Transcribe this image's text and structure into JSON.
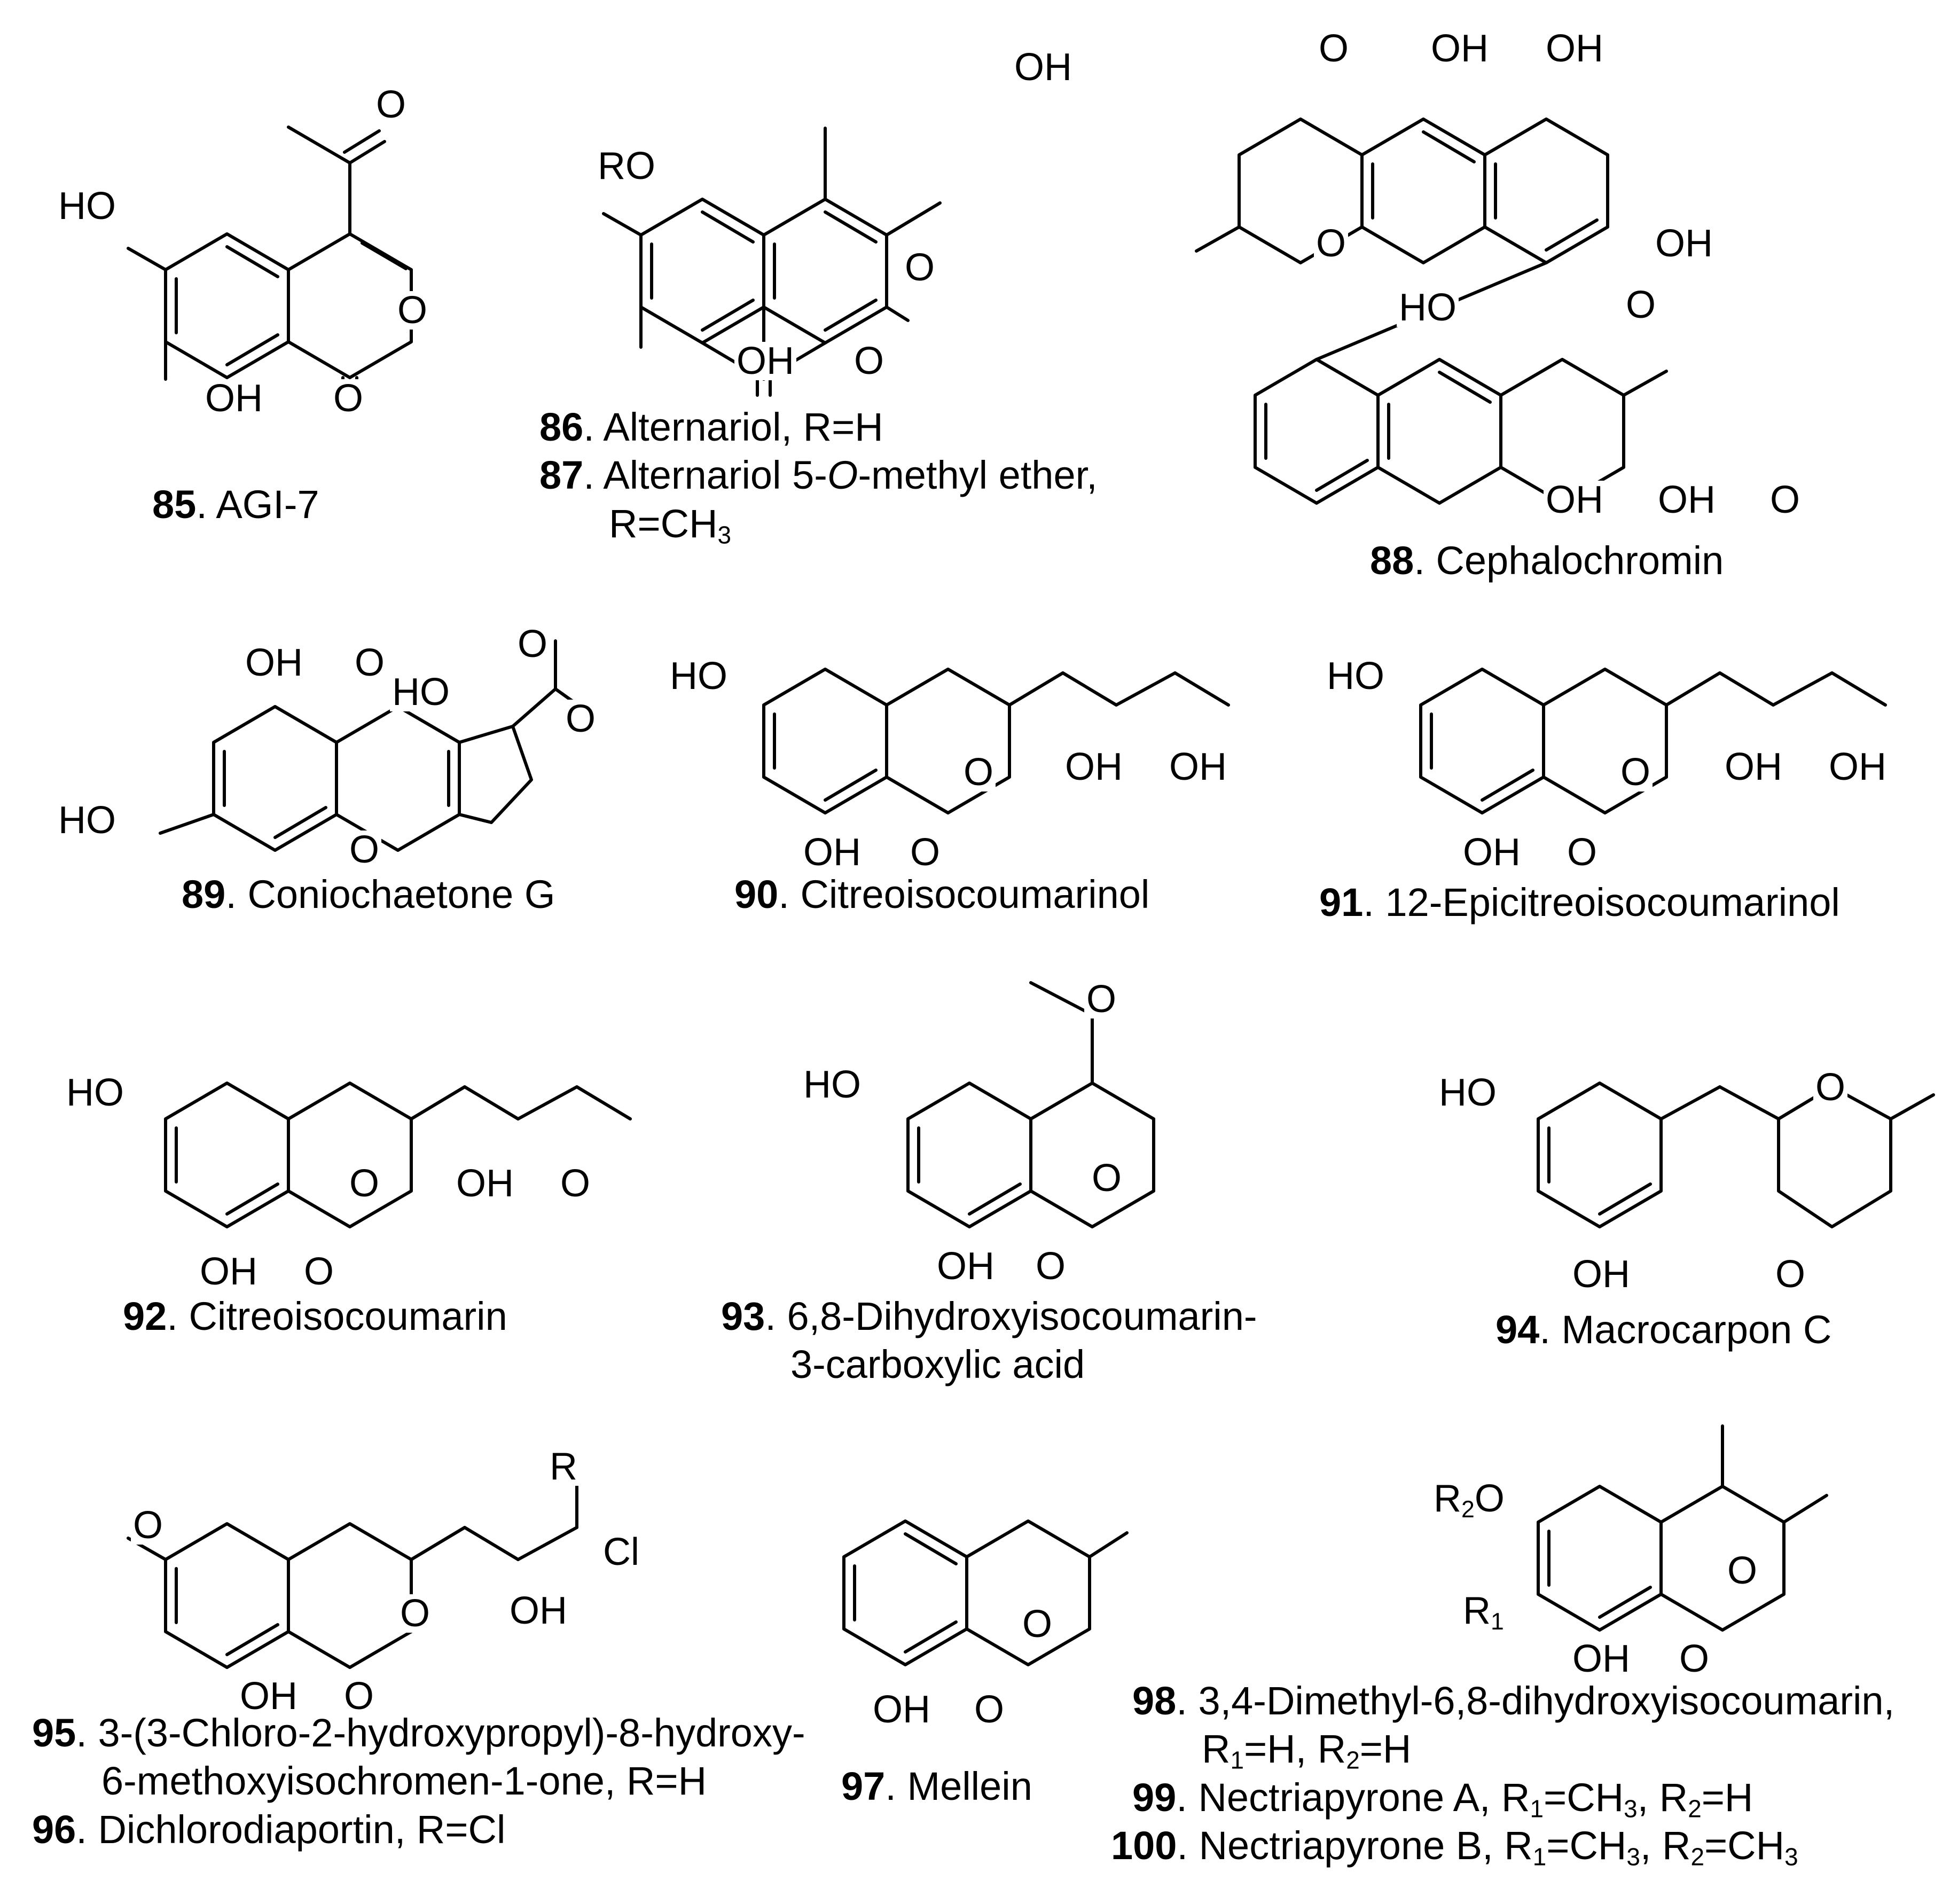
{
  "atoms": {
    "o": "O",
    "oh": "OH",
    "ho": "HO",
    "r": "R",
    "ro": "RO",
    "cl": "Cl",
    "r1": "R",
    "r1_sub": "1",
    "r2o_pre": "R",
    "r2o_sub": "2",
    "r2o_post": "O"
  },
  "compounds": [
    {
      "num": "85",
      "name": "AGI-7"
    },
    {
      "num": "86",
      "name": "Alternariol,  R=H"
    },
    {
      "num": "87",
      "name": "Alternariol 5-",
      "name_italic": "O",
      "name_rest": "-methyl ether,",
      "line2_pre": "R=CH",
      "line2_sub": "3"
    },
    {
      "num": "88",
      "name": "Cephalochromin"
    },
    {
      "num": "89",
      "name": "Coniochaetone G"
    },
    {
      "num": "90",
      "name": "Citreoisocoumarinol"
    },
    {
      "num": "91",
      "name": "12-Epicitreoisocoumarinol"
    },
    {
      "num": "92",
      "name": "Citreoisocoumarin"
    },
    {
      "num": "93",
      "name": "6,8-Dihydroxyisocoumarin-",
      "line2": "3-carboxylic acid"
    },
    {
      "num": "94",
      "name": "Macrocarpon C"
    },
    {
      "num": "95",
      "name": "3-(3-Chloro-2-hydroxypropyl)-8-hydroxy-",
      "line2": "6-methoxyisochromen-1-one, R=H"
    },
    {
      "num": "96",
      "name": "Dichlorodiaportin, R=Cl"
    },
    {
      "num": "97",
      "name": "Mellein"
    },
    {
      "num": "98",
      "name": "3,4-Dimethyl-6,8-dihydroxyisocoumarin,",
      "l2_a": "R",
      "l2_s1": "1",
      "l2_b": "=H, R",
      "l2_s2": "2",
      "l2_c": "=H"
    },
    {
      "num": "99",
      "name": "Nectriapyrone A, R",
      "s1": "1",
      "b": "=CH",
      "s2": "3",
      "c": ", R",
      "s3": "2",
      "d": "=H"
    },
    {
      "num": "100",
      "name": "Nectriapyrone B, R",
      "s1": "1",
      "b": "=CH",
      "s2": "3",
      "c": ", R",
      "s3": "2",
      "d": "=CH",
      "s4": "3"
    }
  ]
}
